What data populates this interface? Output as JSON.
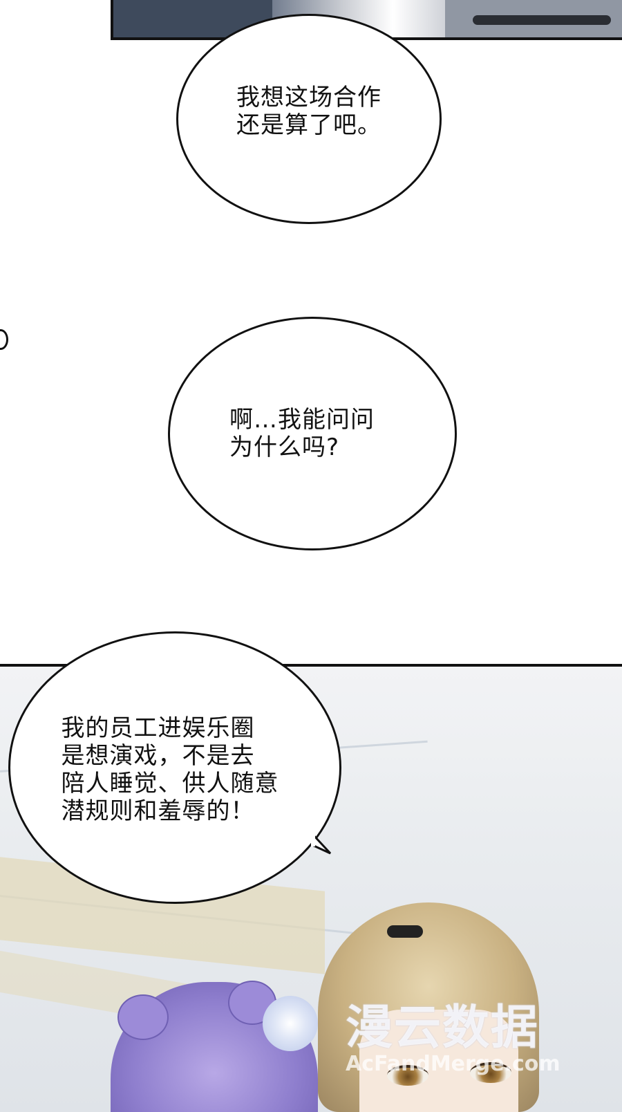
{
  "bubbles": [
    {
      "lines": "我想这场合作\n还是算了吧。"
    },
    {
      "lines": "啊…我能问问\n为什么吗?"
    },
    {
      "lines": "我的员工进娱乐圈\n是想演戏，不是去\n陪人睡觉、供人随意\n潜规则和羞辱的！"
    }
  ],
  "watermark": {
    "main": "漫云数据",
    "sub": "AcFandMerge.com"
  }
}
